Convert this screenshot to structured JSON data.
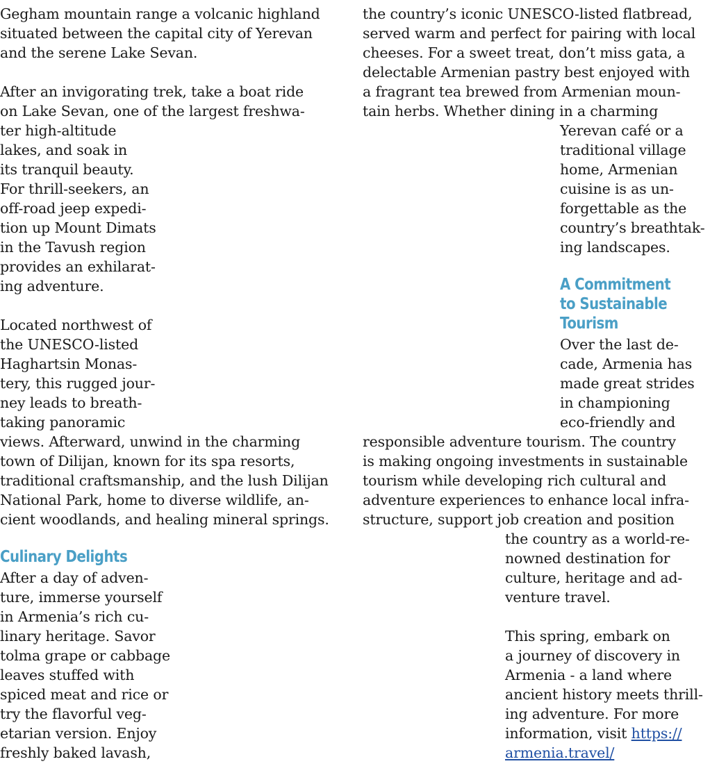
{
  "left_column": {
    "p1": [
      "Gegham mountain range a volcanic highland",
      "situated between the capital city of Yerevan",
      "and the serene Lake Sevan."
    ],
    "p2": [
      "After an invigorating trek, take a boat ride",
      "on Lake Sevan, one of the largest freshwa-",
      "ter high-altitude",
      "lakes, and soak in",
      "its tranquil beauty.",
      "For thrill-seekers, an",
      "off-road jeep expedi-",
      "tion up Mount Dimats",
      "in the Tavush region",
      "provides an exhilarat-",
      "ing adventure."
    ],
    "p3": [
      "Located northwest of",
      "the UNESCO-listed",
      "Haghartsin Monas-",
      "tery, this rugged jour-",
      "ney leads to breath-",
      "taking panoramic",
      "views. Afterward, unwind in the charming",
      "town of Dilijan, known for its spa resorts,",
      "traditional craftsmanship, and the lush Dilijan",
      "National Park, home to diverse wildlife, an-",
      "cient woodlands, and healing mineral springs."
    ],
    "heading_culinary": "Culinary Delights",
    "p4": [
      "After a day of adven-",
      "ture, immerse yourself",
      "in Armenia’s rich cu-",
      "linary heritage. Savor",
      "tolma grape or cabbage",
      "leaves stuffed with",
      "spiced meat and rice or",
      "try the flavorful veg-",
      "etarian version. Enjoy",
      "freshly baked lavash,"
    ]
  },
  "right_column": {
    "p5_top": [
      "the country’s iconic UNESCO-listed flatbread,",
      "served warm and perfect for pairing with local",
      "cheeses. For a sweet treat, don’t miss gata, a",
      "delectable Armenian pastry best enjoyed with",
      "a fragrant tea brewed from Armenian moun-",
      "tain herbs. Whether dining in a charming"
    ],
    "p5_narrow": [
      "Yerevan café or a",
      "traditional village",
      "home, Armenian",
      "cuisine is as un-",
      "forgettable as the",
      "country’s breathtak-",
      "ing landscapes."
    ],
    "heading_sustainable": [
      "A Commitment",
      "to Sustainable",
      "Tourism"
    ],
    "p6_narrow": [
      "Over the last de-",
      "cade, Armenia has",
      "made great strides",
      "in championing",
      "eco-friendly and"
    ],
    "p6_wide": [
      "responsible adventure tourism. The country",
      "is making ongoing investments in sustainable",
      "tourism while developing rich cultural and",
      "adventure experiences to enhance local infra-",
      "structure, support job creation and position"
    ],
    "p6_indent": [
      "the country as a world-re-",
      "nowned destination for",
      "culture, heritage and ad-",
      "venture travel."
    ],
    "p7": [
      "This spring, embark on",
      "a journey of discovery in",
      "Armenia - a land where",
      "ancient history meets thrill-",
      "ing adventure. For more"
    ],
    "p7_info_prefix": "information, visit ",
    "link_part1": "https://",
    "link_part2": "armenia.travel/"
  }
}
